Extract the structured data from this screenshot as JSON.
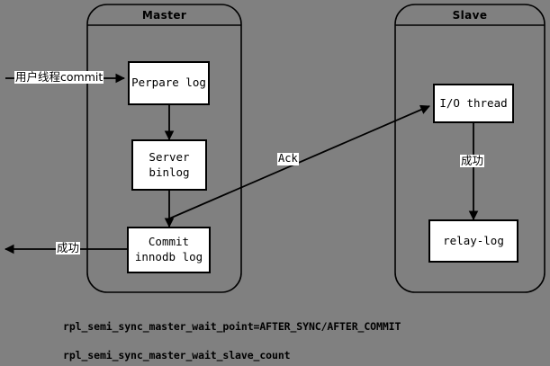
{
  "diagram": {
    "title_bar_color": "#808080",
    "line_color": "#000000",
    "box_fill": "#ffffff",
    "containers": [
      {
        "id": "master",
        "label": "Master"
      },
      {
        "id": "slave",
        "label": "Slave"
      }
    ],
    "nodes": [
      {
        "id": "prepare-log",
        "label": "Perpare log"
      },
      {
        "id": "server-binlog",
        "label": "Server\nbinlog"
      },
      {
        "id": "commit-innodb-log",
        "label": "Commit\ninnodb log"
      },
      {
        "id": "io-thread",
        "label": "I/O thread"
      },
      {
        "id": "relay-log",
        "label": "relay-log"
      }
    ],
    "edge_labels": [
      {
        "id": "user-thread-commit",
        "label": "用户线程commit"
      },
      {
        "id": "master-success",
        "label": "成功"
      },
      {
        "id": "ack",
        "label": "Ack"
      },
      {
        "id": "slave-success",
        "label": "成功"
      }
    ],
    "footnotes": [
      {
        "id": "wait-point",
        "text": "rpl_semi_sync_master_wait_point=AFTER_SYNC/AFTER_COMMIT"
      },
      {
        "id": "wait-slave-count",
        "text": "rpl_semi_sync_master_wait_slave_count"
      }
    ]
  }
}
